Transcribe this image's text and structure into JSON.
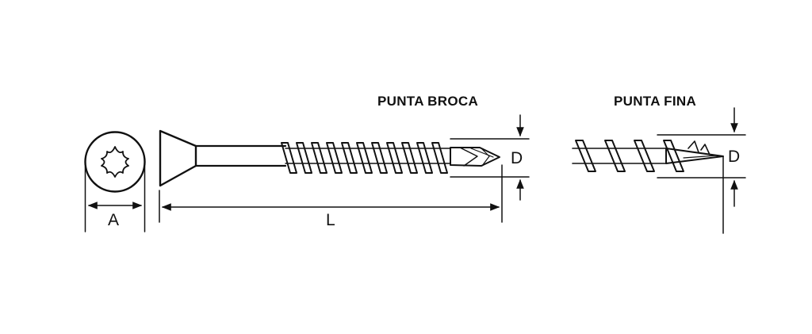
{
  "diagram": {
    "colors": {
      "stroke": "#111111",
      "background": "#ffffff"
    },
    "drill_tip_title": "PUNTA BROCA",
    "fine_tip_title": "PUNTA FINA",
    "dimensions": {
      "head_width": "A",
      "length": "L",
      "diameter_drill": "D",
      "diameter_fine": "D"
    }
  }
}
